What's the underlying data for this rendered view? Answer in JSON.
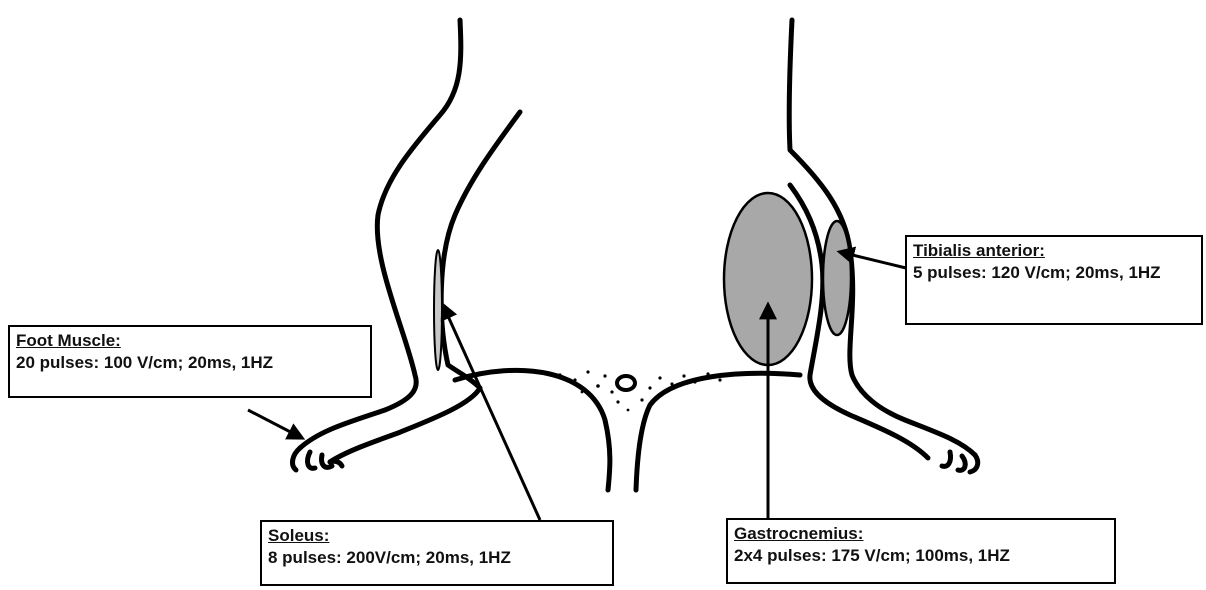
{
  "labels": {
    "foot_muscle": {
      "title": "Foot Muscle:",
      "params": "20 pulses: 100 V/cm;  20ms, 1HZ"
    },
    "tibialis_anterior": {
      "title": "Tibialis anterior:",
      "params": "5 pulses: 120 V/cm;  20ms, 1HZ"
    },
    "soleus": {
      "title": "Soleus:",
      "params": "8 pulses: 200V/cm;  20ms, 1HZ"
    },
    "gastrocnemius": {
      "title": "Gastrocnemius:",
      "params": "2x4 pulses: 175 V/cm;  100ms, 1HZ"
    }
  },
  "colors": {
    "outline": "#000000",
    "muscle_fill": "#a8a8a8",
    "soleus_fill": "#c8c8c8",
    "background": "#ffffff"
  }
}
